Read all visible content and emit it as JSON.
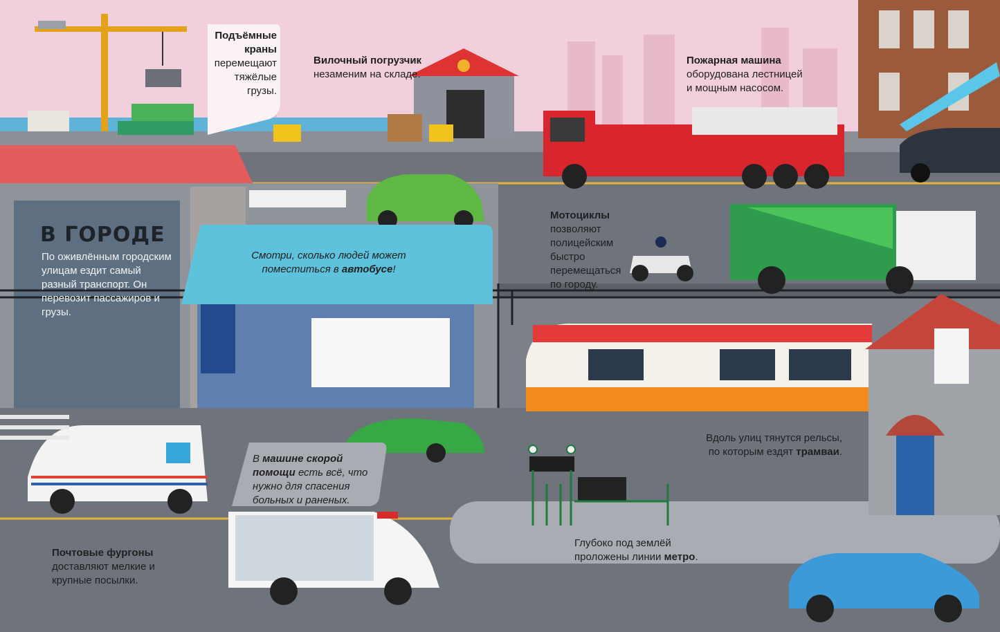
{
  "section_title": "В ГОРОДЕ",
  "intro": "По оживлённым городским улицам ездит самый разный транспорт. Он перевозит пассажиров и грузы.",
  "cranes": {
    "bold": "Подъёмные краны",
    "rest": "перемещают тяжёлые грузы."
  },
  "forklift": {
    "bold": "Вилочный погрузчик",
    "rest": "незаменим на складе."
  },
  "fire_truck": {
    "bold": "Пожарная машина",
    "rest": "оборудована лестницей и мощным насосом."
  },
  "motorcycles": {
    "bold": "Мотоциклы",
    "rest": "позволяют полицейским быстро перемещаться по городу."
  },
  "bus_flap": {
    "pre": "Смотри, сколько людей может поместиться в ",
    "bold": "автобусе",
    "post": "!"
  },
  "trams": {
    "pre": "Вдоль улиц тянутся рельсы, по которым ездят ",
    "bold": "трамваи",
    "post": "."
  },
  "ambulance_flap": {
    "pre": "В ",
    "bold": "машине скорой помощи",
    "post": " есть всё, что нужно для спасения больных и раненых."
  },
  "postal": {
    "bold": "Почтовые фургоны",
    "rest": "доставляют мелкие и крупные посылки."
  },
  "metro": {
    "pre": "Глубоко под землёй проложены линии ",
    "bold": "метро",
    "post": "."
  },
  "colors": {
    "sky": "#f2cfdc",
    "road": "#6f737b",
    "road_line": "#e3b23c",
    "fire_red": "#d8262c",
    "flap_blue": "#5ec2dc",
    "tram_orange": "#f28a1e",
    "green_car": "#5fb843",
    "blue_car": "#3c9ad8"
  },
  "icons": [
    "crane-icon",
    "forklift-icon",
    "warehouse-icon",
    "fire-truck-icon",
    "motorcycle-icon",
    "garbage-truck-icon",
    "tram-icon",
    "postal-van-icon",
    "ambulance-icon",
    "metro-entrance-icon",
    "green-car-icon",
    "blue-car-icon"
  ]
}
